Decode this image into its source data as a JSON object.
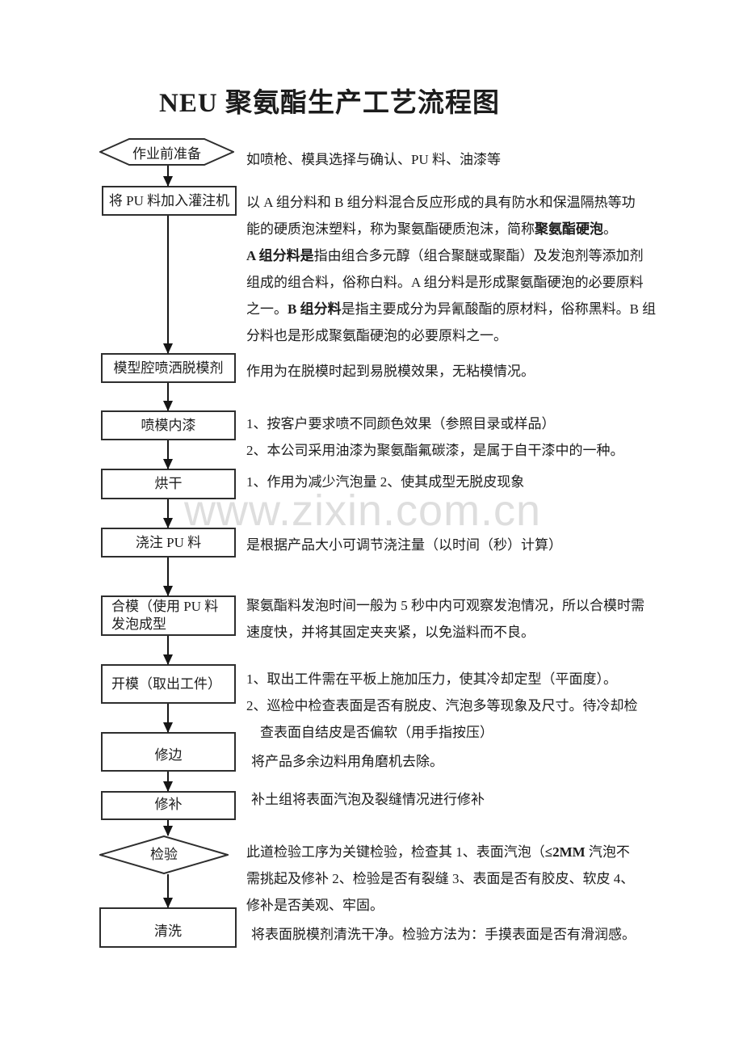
{
  "title": "NEU 聚氨酯生产工艺流程图",
  "watermark": "www.zixin.com.cn",
  "colors": {
    "ink": "#1c1c1c",
    "border": "#2e2e2e",
    "watermark": "#dedede",
    "background": "#ffffff"
  },
  "flow": {
    "steps": [
      {
        "shape": "hexagon",
        "label": "作业前准备"
      },
      {
        "shape": "rect",
        "label": "将 PU 料加入灌注机"
      },
      {
        "shape": "rect",
        "label": "模型腔喷洒脱模剂"
      },
      {
        "shape": "rect",
        "label": "喷模内漆"
      },
      {
        "shape": "rect",
        "label": "烘干"
      },
      {
        "shape": "rect",
        "label": "浇注 PU 料"
      },
      {
        "shape": "rect",
        "label_lines": [
          "合模（使用 PU 料",
          "发泡成型"
        ]
      },
      {
        "shape": "rect",
        "label": "开模（取出工件）"
      },
      {
        "shape": "rect",
        "label": "修边"
      },
      {
        "shape": "rect",
        "label": "修补"
      },
      {
        "shape": "diamond",
        "label": "检验"
      },
      {
        "shape": "rect",
        "label": "清洗"
      }
    ]
  },
  "annotations": {
    "prep": {
      "lines": [
        "如喷枪、模具选择与确认、PU 料、油漆等"
      ]
    },
    "feed": {
      "lines": [
        " 以 A 组分料和 B 组分料混合反应形成的具有防水和保温隔热等功",
        [
          {
            "t": "能的硬质泡沫塑料，称为聚氨酯硬质泡沫，简称"
          },
          {
            "t": "聚氨酯硬泡",
            "b": true
          },
          {
            "t": "。"
          }
        ],
        [
          {
            "t": "A 组分料是",
            "b": true
          },
          {
            "t": "指由组合多元醇（组合聚醚或聚酯）及发泡剂等添加剂"
          }
        ],
        "组成的组合料，俗称白料。A 组分料是形成聚氨酯硬泡的必要原料",
        [
          {
            "t": "之一。"
          },
          {
            "t": "B 组分料",
            "b": true
          },
          {
            "t": "是指主要成分为异氰酸酯的原材料，俗称黑料。B 组"
          }
        ],
        "分料也是形成聚氨酯硬泡的必要原料之一。"
      ]
    },
    "release": {
      "lines": [
        "作用为在脱模时起到易脱模效果，无粘模情况。"
      ]
    },
    "paint": {
      "lines": [
        "1、按客户要求喷不同颜色效果（参照目录或样品）",
        "2、本公司采用油漆为聚氨酯氟碳漆，是属于自干漆中的一种。"
      ]
    },
    "dry": {
      "lines": [
        "1、作用为减少汽泡量 2、使其成型无脱皮现象"
      ]
    },
    "pour": {
      "lines": [
        "是根据产品大小可调节浇注量（以时间（秒）计算）"
      ]
    },
    "close_mold": {
      "lines": [
        "聚氨酯料发泡时间一般为 5 秒中内可观察发泡情况，所以合模时需",
        "速度快，并将其固定夹夹紧，以免溢料而不良。"
      ]
    },
    "open_mold": {
      "lines": [
        "1、取出工件需在平板上施加压力，使其冷却定型（平面度）。",
        "2、巡检中检查表面是否有脱皮、汽泡多等现象及尺寸。待冷却检",
        "　查表面自结皮是否偏软（用手指按压）"
      ]
    },
    "trim": {
      "lines": [
        "将产品多余边料用角磨机去除。"
      ]
    },
    "repair": {
      "lines": [
        "补土组将表面汽泡及裂缝情况进行修补"
      ]
    },
    "inspect": {
      "lines": [
        [
          {
            "t": "此道检验工序为关键检验，检查其 1、表面汽泡（"
          },
          {
            "t": "≤2MM",
            "b": true
          },
          {
            "t": " 汽泡不"
          }
        ],
        "需挑起及修补 2、检验是否有裂缝 3、表面是否有胶皮、软皮 4、",
        "修补是否美观、牢固。"
      ]
    },
    "clean": {
      "lines": [
        "将表面脱模剂清洗干净。检验方法为：手摸表面是否有滑润感。"
      ]
    }
  }
}
